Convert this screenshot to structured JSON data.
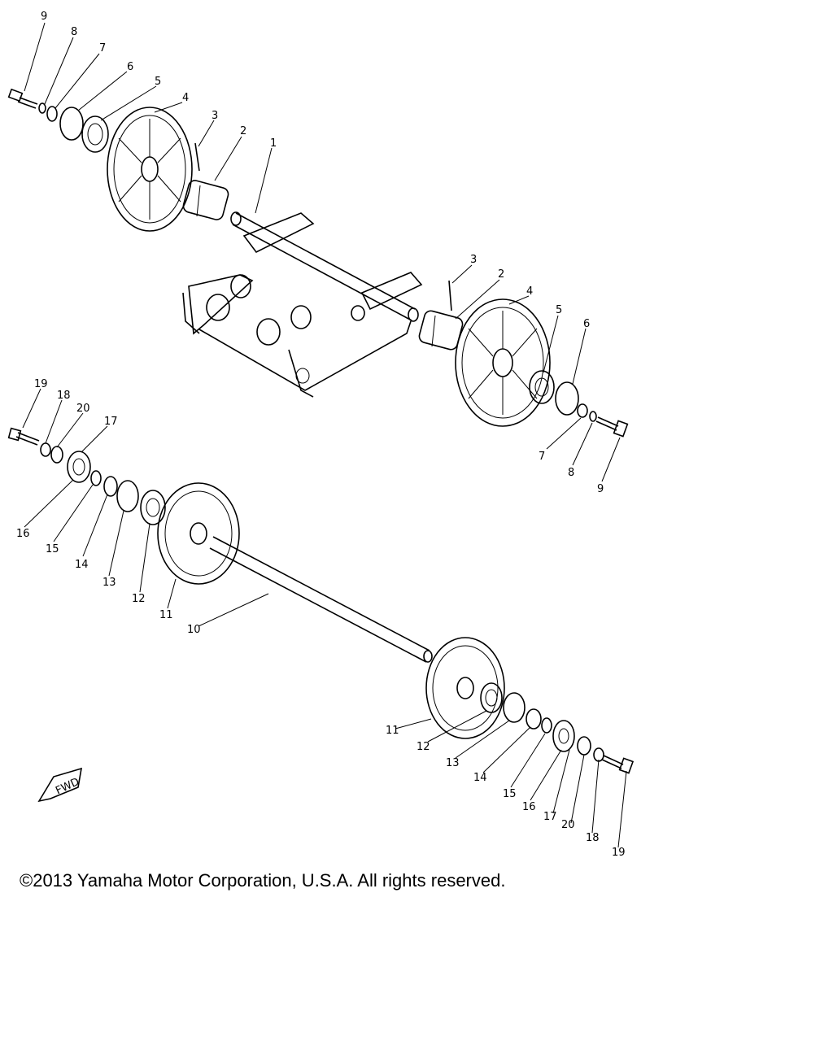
{
  "diagram": {
    "labels": {
      "p1": "1",
      "p2": "2",
      "p3": "3",
      "p4": "4",
      "p5": "5",
      "p6": "6",
      "p7": "7",
      "p8": "8",
      "p9": "9",
      "p10": "10",
      "p11": "11",
      "p12": "12",
      "p13": "13",
      "p14": "14",
      "p15": "15",
      "p16": "16",
      "p17": "17",
      "p18": "18",
      "p19": "19",
      "p20": "20"
    },
    "fwd_marker": "FWD"
  },
  "footer": {
    "copyright": "©2013 Yamaha Motor Corporation, U.S.A. All rights reserved."
  }
}
